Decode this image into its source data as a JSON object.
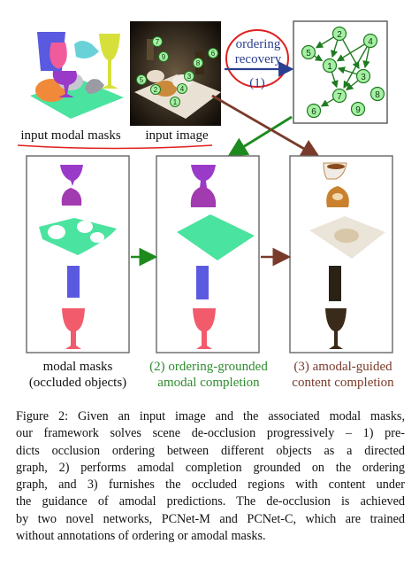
{
  "top_labels": {
    "masks": "input modal masks",
    "image": "input image",
    "ordering": [
      "ordering",
      "recovery"
    ],
    "step1": "(1)"
  },
  "panel_labels": {
    "modal": [
      "modal masks",
      "(occluded objects)"
    ],
    "amodal": [
      "(2) ordering-grounded",
      "amodal completion"
    ],
    "content": [
      "(3) amodal-guided",
      "content completion"
    ]
  },
  "graph_nodes": [
    "1",
    "2",
    "3",
    "4",
    "5",
    "6",
    "7",
    "8",
    "9"
  ],
  "image_markers": [
    "1",
    "2",
    "3",
    "4",
    "5",
    "6",
    "7",
    "8",
    "9"
  ],
  "caption_lines": [
    "Figure 2: Given an input image and the associated modal masks,",
    "our framework solves scene de-occlusion progressively – 1) pre-",
    "dicts occlusion ordering between different objects as a directed",
    "graph, 2) performs amodal completion grounded on the ordering",
    "graph, and 3) furnishes the occluded regions with content under",
    "the guidance of amodal predictions. The de-occlusion is achieved",
    "by two novel networks, PCNet-M and PCNet-C, which are trained",
    "without annotations of ordering or amodal masks."
  ],
  "colors": {
    "green_text": "#2e8b2e",
    "brown_text": "#7a3a2a",
    "blue_text": "#2a3f8f",
    "annotation_red": "#e02020",
    "node_fill": "#a6f0a6",
    "node_stroke": "#1f7a1f"
  }
}
